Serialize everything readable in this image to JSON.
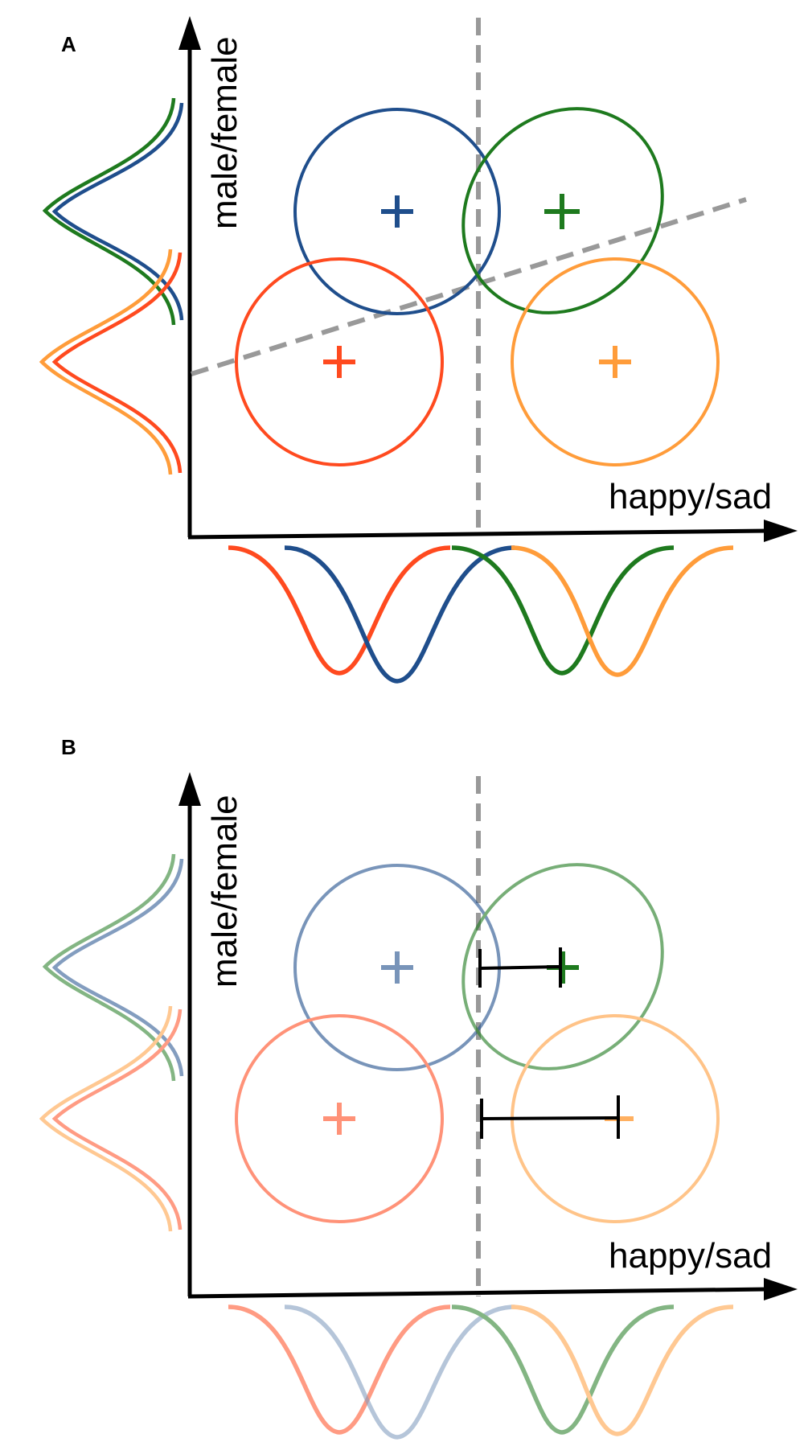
{
  "colors": {
    "blue": "#1f4e8c",
    "green": "#1e7a1e",
    "red": "#ff4a1f",
    "orange": "#ff9c3a",
    "divider_gray": "#9e9e9e",
    "axis": "#000000"
  },
  "panel_a": {
    "letter": "A",
    "x_axis_label": "happy/sad",
    "y_axis_label": "male/female"
  },
  "panel_b": {
    "letter": "B",
    "x_axis_label": "happy/sad",
    "y_axis_label": "male/female"
  }
}
